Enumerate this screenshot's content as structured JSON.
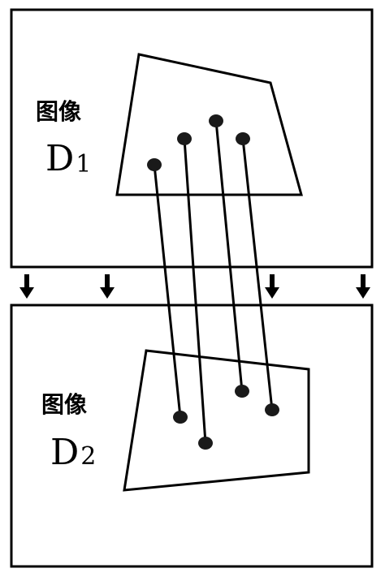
{
  "panel_top": {
    "caption": "图像",
    "letter": "D",
    "subscript": "1"
  },
  "panel_bottom": {
    "caption": "图像",
    "letter": "D",
    "subscript": "2"
  },
  "arrows": {
    "count": 4,
    "icon": "down-arrow-icon"
  },
  "correspondences": {
    "count": 4
  },
  "colors": {
    "stroke": "#000000",
    "dot": "#1a1a1a",
    "background": "#ffffff"
  }
}
